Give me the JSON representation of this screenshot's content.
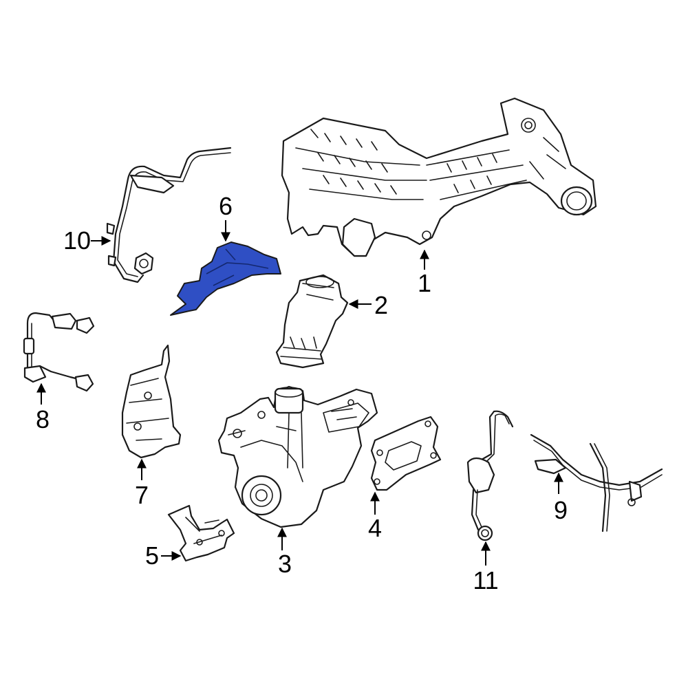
{
  "diagram": {
    "highlight_color": "#2f4fc4",
    "line_color": "#1a1a1a",
    "callouts": [
      {
        "id": "1",
        "label": "1"
      },
      {
        "id": "2",
        "label": "2"
      },
      {
        "id": "3",
        "label": "3"
      },
      {
        "id": "4",
        "label": "4"
      },
      {
        "id": "5",
        "label": "5"
      },
      {
        "id": "6",
        "label": "6",
        "highlighted": true
      },
      {
        "id": "7",
        "label": "7"
      },
      {
        "id": "8",
        "label": "8"
      },
      {
        "id": "9",
        "label": "9"
      },
      {
        "id": "10",
        "label": "10"
      },
      {
        "id": "11",
        "label": "11"
      }
    ]
  }
}
